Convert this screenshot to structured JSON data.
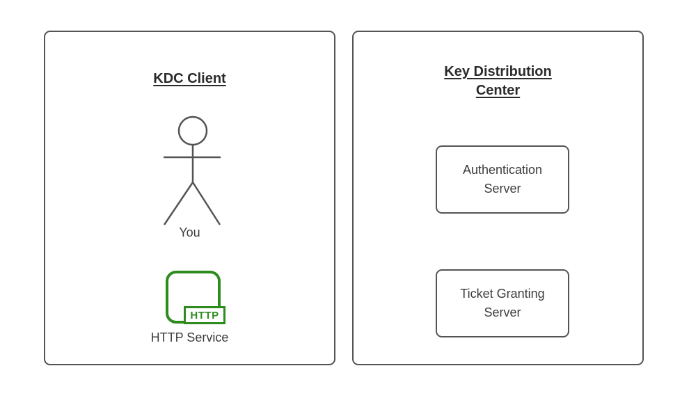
{
  "colors": {
    "background": "#ffffff",
    "shape_stroke": "#545454",
    "accent_green": "#2e8b1e",
    "title_text": "#2b2b2b",
    "label_text": "#3c3c3c"
  },
  "left_panel": {
    "title": "KDC Client",
    "actor_label": "You",
    "service_badge": "HTTP",
    "service_label": "HTTP Service"
  },
  "right_panel": {
    "title": "Key Distribution Center",
    "nodes": [
      {
        "label": "Authentication Server"
      },
      {
        "label": "Ticket Granting Server"
      }
    ]
  }
}
